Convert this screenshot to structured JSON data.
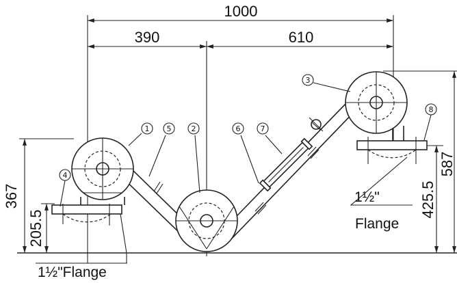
{
  "dimensions": {
    "overall_width": "1000",
    "left_span": "390",
    "right_span": "610",
    "left_height": "367",
    "left_flange_height": "205.5",
    "right_height": "587",
    "right_flange_height": "425.5"
  },
  "callouts": {
    "c1": "1",
    "c2": "2",
    "c3": "3",
    "c4": "4",
    "c5": "5",
    "c6": "6",
    "c7": "7",
    "c8": "8"
  },
  "flange_labels": {
    "left": "1½\"Flange",
    "right_top": "1½\"",
    "right_bottom": "Flange"
  }
}
